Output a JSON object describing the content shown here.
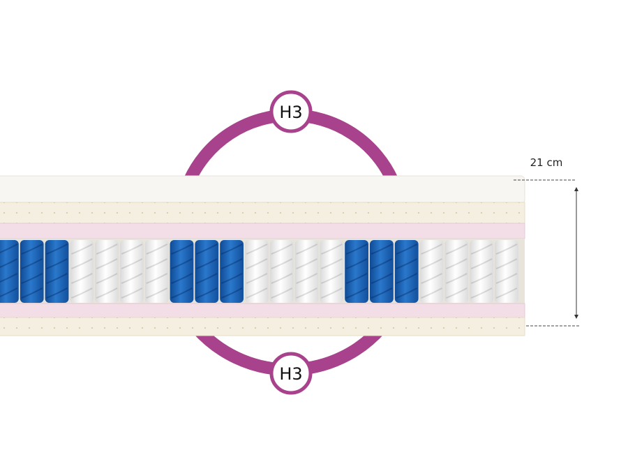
{
  "firmness": {
    "top_label": "H3",
    "bottom_label": "H3",
    "ring_color": "#a8428c"
  },
  "dimension": {
    "height_label": "21 cm"
  },
  "colors": {
    "spring_blue": "#1f64b8",
    "spring_white": "#f2f2f2",
    "latex": "#f4efe0",
    "pink_foam": "#f3dde6",
    "cover": "#f7f6f2"
  },
  "spring_pattern": [
    "blue",
    "blue",
    "blue",
    "white",
    "white",
    "white",
    "white",
    "blue",
    "blue",
    "blue",
    "white",
    "white",
    "white",
    "white",
    "blue",
    "blue",
    "blue",
    "white",
    "white",
    "white",
    "white"
  ]
}
